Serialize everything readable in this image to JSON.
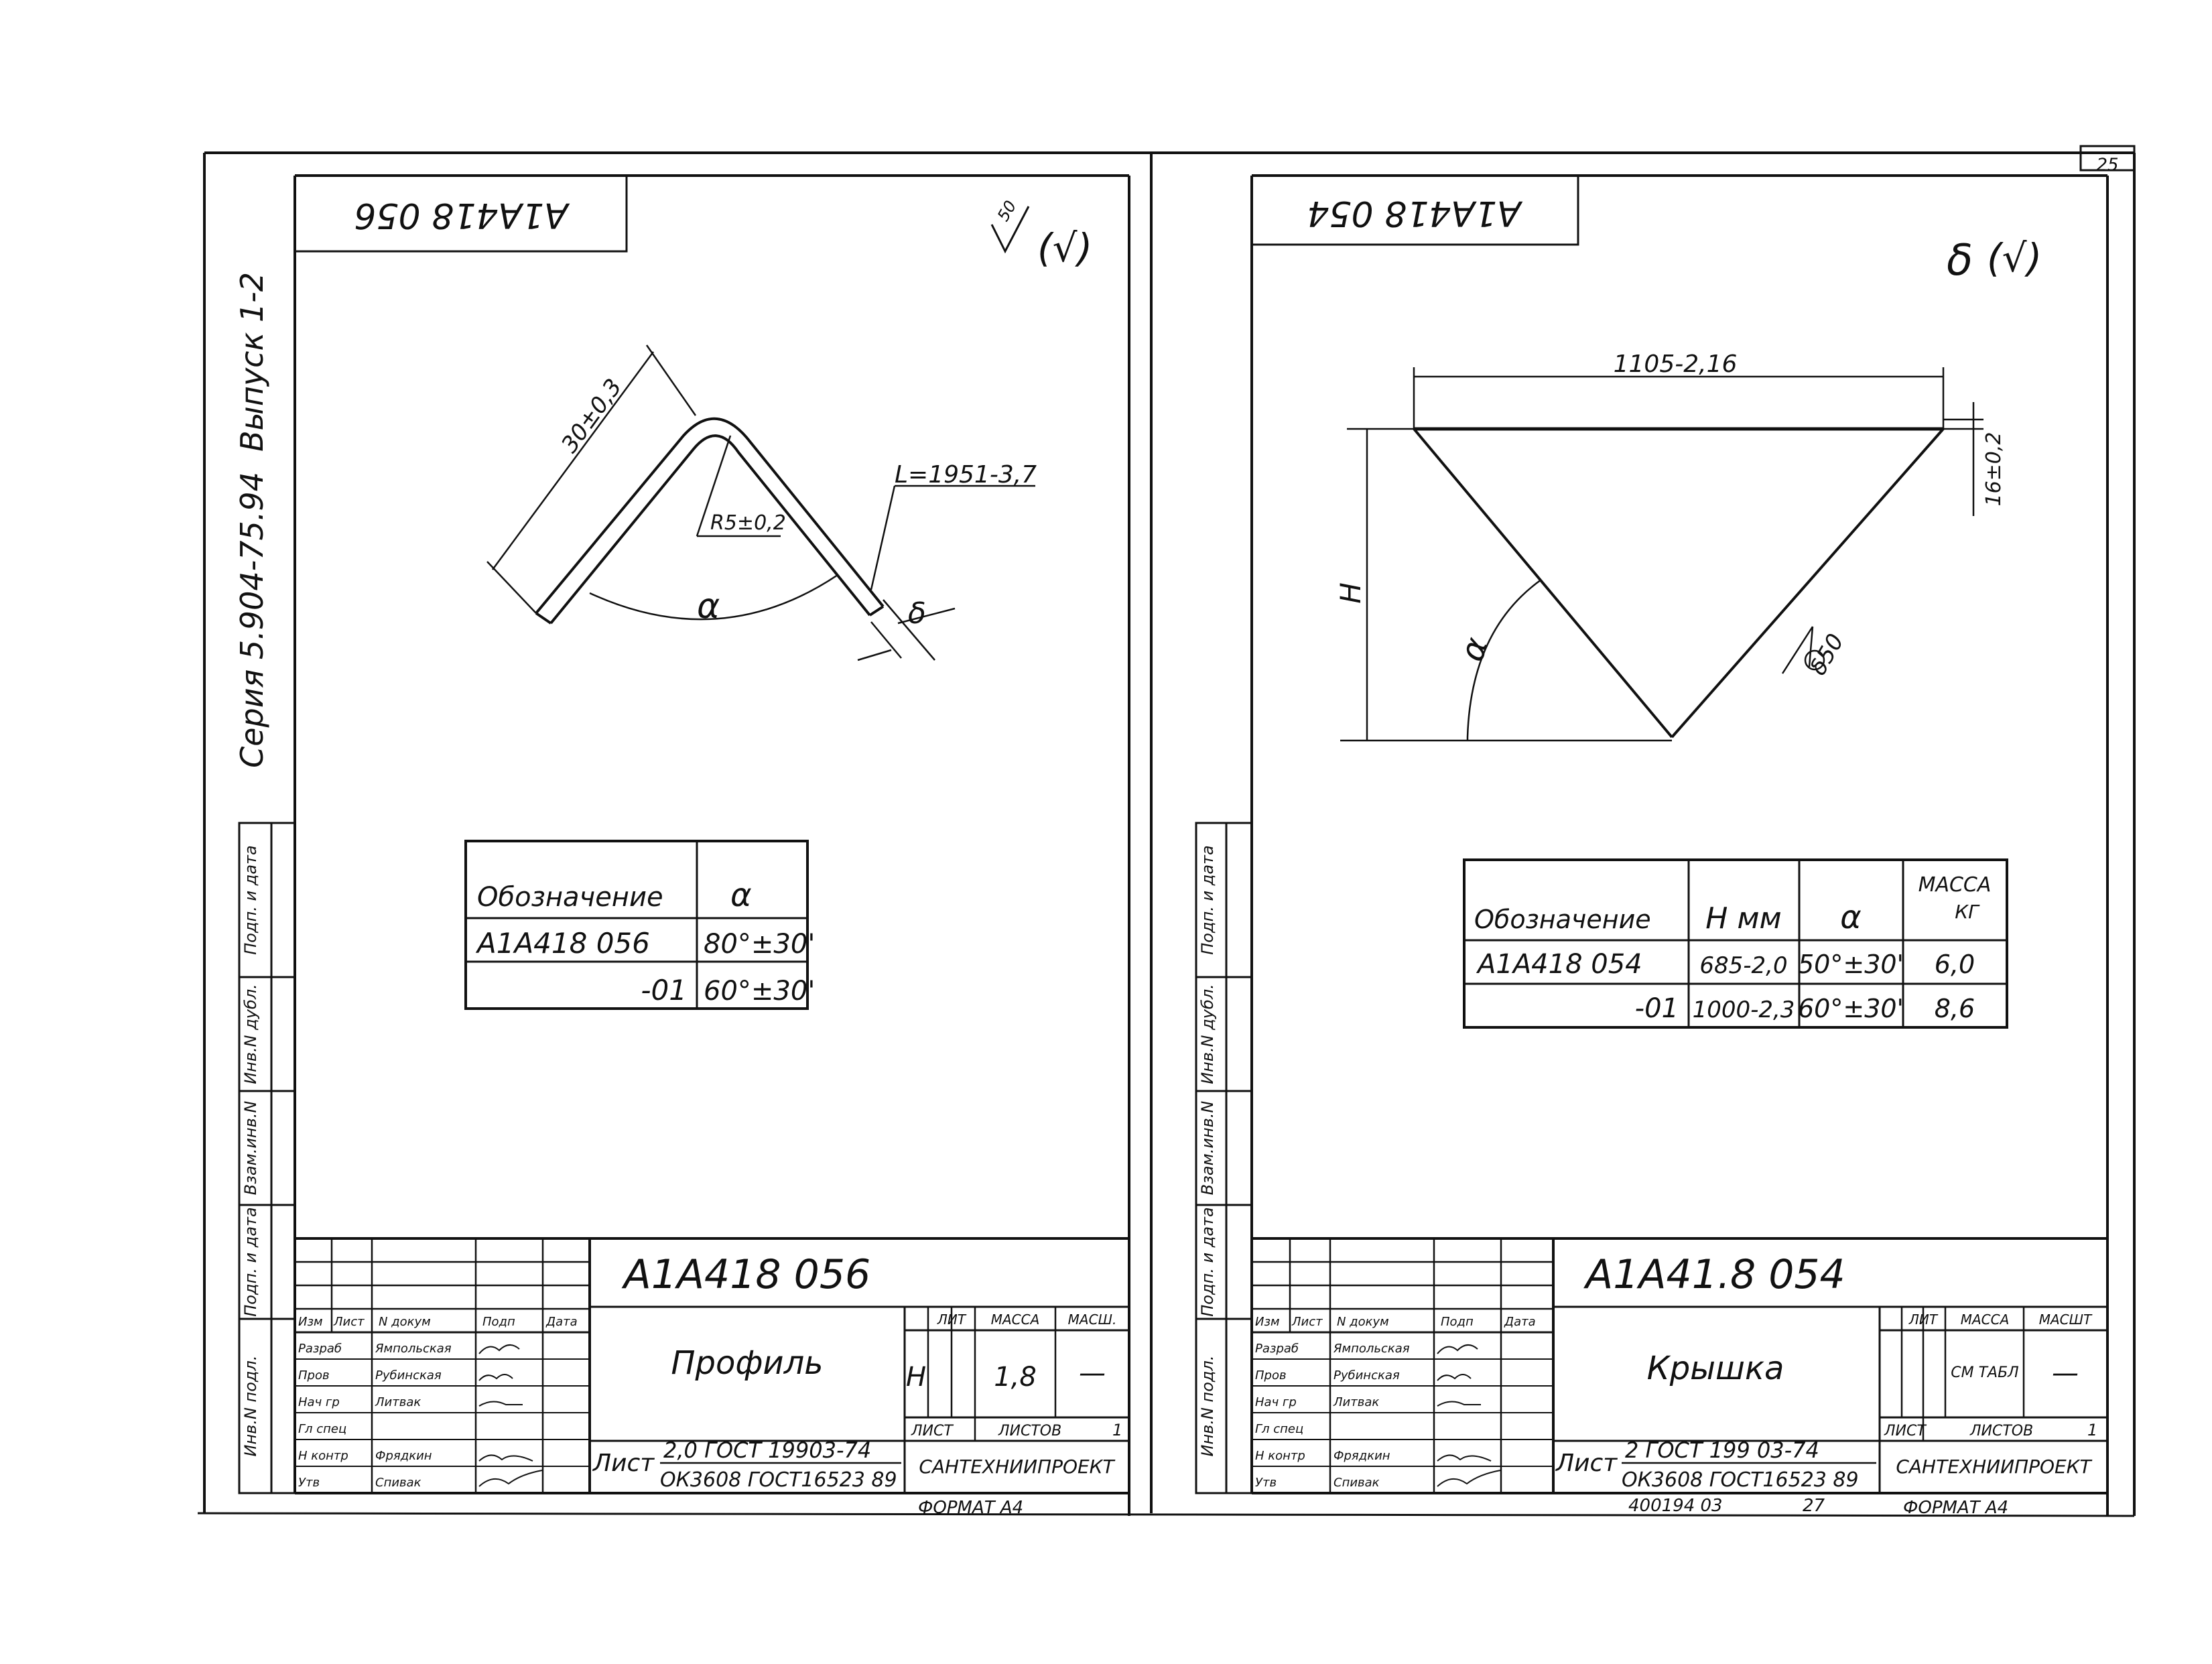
{
  "page_number": "25",
  "series": {
    "label": "Серия 5.904-75.94",
    "issue": "Выпуск 1-2"
  },
  "left": {
    "corner_code": "A1A418 056",
    "roughness_note": "50",
    "roughness_mark": "(√)",
    "dims": {
      "flange": "30±0,3",
      "radius": "R5±0,2",
      "length": "L=1951-3,7",
      "thickness": "δ",
      "angle": "α"
    },
    "table": {
      "headers": [
        "Обозначение",
        "α"
      ],
      "rows": [
        [
          "A1A418 056",
          "80°±30'"
        ],
        [
          "-01",
          "60°±30'"
        ]
      ]
    },
    "title_block": {
      "code": "A1A418 056",
      "name": "Профиль",
      "lit_header": "ЛИТ",
      "mass_header": "МАССА",
      "scale_header": "МАСШ.",
      "lit": "Н",
      "mass": "1,8",
      "scale": "—",
      "sheet_label": "ЛИСТ",
      "sheets_label": "ЛИСТОВ",
      "sheets": "1",
      "list_word": "Лист",
      "material_top": "2,0 ГОСТ 19903-74",
      "material_bottom": "ОК3608 ГОСТ16523 89",
      "org": "САНТЕХНИИПРОЕКТ",
      "head_cols": [
        "Изм",
        "Лист",
        "N докум",
        "Подп",
        "Дата"
      ],
      "roles": [
        "Разраб",
        "Пров",
        "Нач гр",
        "Гл спец",
        "Н контр",
        "Утв"
      ],
      "people": [
        "Ямпольская",
        "Рубинская",
        "Литвак",
        "",
        "Фрядкин",
        "Спивак"
      ],
      "format": "ФОРМАТ А4"
    }
  },
  "right": {
    "corner_code": "A1A418 054",
    "roughness_note": "δ",
    "roughness_mark": "(√)",
    "dims": {
      "width": "1105-2,16",
      "height": "H",
      "rim": "16±0,2",
      "angle": "α",
      "thickness": "δ50"
    },
    "table": {
      "headers": [
        "Обозначение",
        "H мм",
        "α",
        "МАССА",
        "КГ"
      ],
      "rows": [
        [
          "A1A418 054",
          "685-2,0",
          "50°±30'",
          "6,0"
        ],
        [
          "-01",
          "1000-2,3",
          "60°±30'",
          "8,6"
        ]
      ]
    },
    "title_block": {
      "code": "A1A41.8 054",
      "name": "Крышка",
      "lit_header": "ЛИТ",
      "mass_header": "МАССА",
      "scale_header": "МАСШТ",
      "mass": "СМ ТАБЛ",
      "scale": "—",
      "sheet_label": "ЛИСТ",
      "sheets_label": "ЛИСТОВ",
      "sheets": "1",
      "list_word": "Лист",
      "material_top": "2 ГОСТ 199 03-74",
      "material_bottom": "ОК3608 ГОСТ16523 89",
      "org": "САНТЕХНИИПРОЕКТ",
      "head_cols": [
        "Изм",
        "Лист",
        "N докум",
        "Подп",
        "Дата"
      ],
      "roles": [
        "Разраб",
        "Пров",
        "Нач гр",
        "Гл спец",
        "Н контр",
        "Утв"
      ],
      "people": [
        "Ямпольская",
        "Рубинская",
        "Литвак",
        "",
        "Фрядкин",
        "Спивак"
      ],
      "bottom_code": "400194 03",
      "bottom_num": "27",
      "format": "ФОРМАТ А4"
    }
  },
  "side_stamps": [
    "Подп. и дата",
    "Инв.N дубл.",
    "Взам.инв.N",
    "Подп. и дата",
    "Инв.N подл."
  ]
}
